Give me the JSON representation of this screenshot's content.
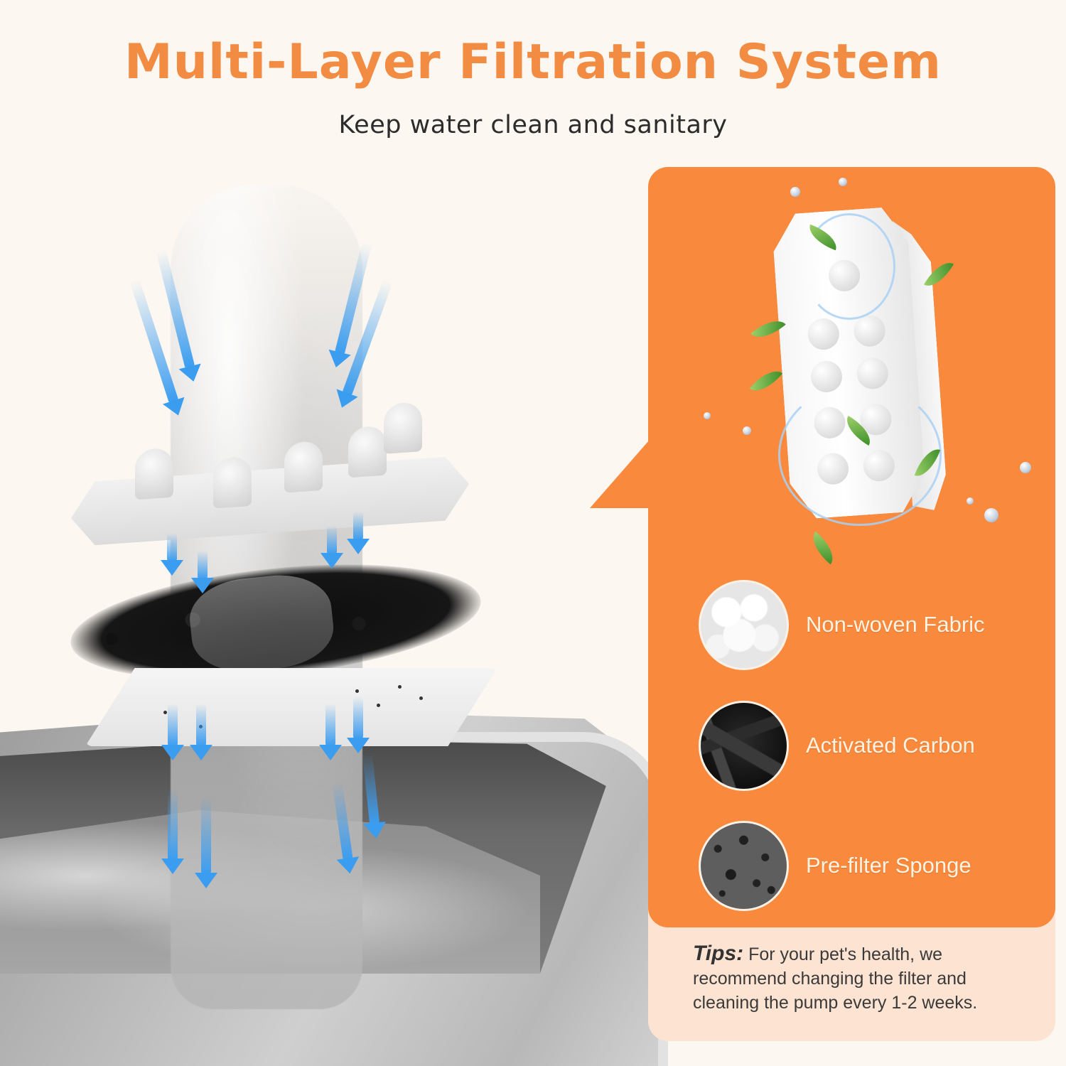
{
  "header": {
    "title": "Multi-Layer Filtration System",
    "subtitle": "Keep water clean and sanitary"
  },
  "colors": {
    "background": "#fcf7f1",
    "accent_orange": "#f9893d",
    "title_orange": "#f28c43",
    "tips_panel": "#fde3d2",
    "flow_arrow_blue": "#3b9df0"
  },
  "illustration": {
    "left_scene": "water-flowing-through-filter-layers-into-stainless-bowl",
    "layers_top_to_bottom": [
      "pre-filter-sponge-block",
      "activated-carbon-granules",
      "non-woven-fabric-sheet"
    ],
    "right_scene": "white-filter-cartridge-with-water-splash-and-leaves"
  },
  "materials": [
    {
      "icon": "cotton-swatch-icon",
      "label": "Non-woven Fabric"
    },
    {
      "icon": "carbon-swatch-icon",
      "label": "Activated Carbon"
    },
    {
      "icon": "sponge-swatch-icon",
      "label": "Pre-filter Sponge"
    }
  ],
  "tips": {
    "label": "Tips:",
    "text": " For your pet's health, we recommend changing the filter and cleaning the pump every 1-2 weeks."
  }
}
